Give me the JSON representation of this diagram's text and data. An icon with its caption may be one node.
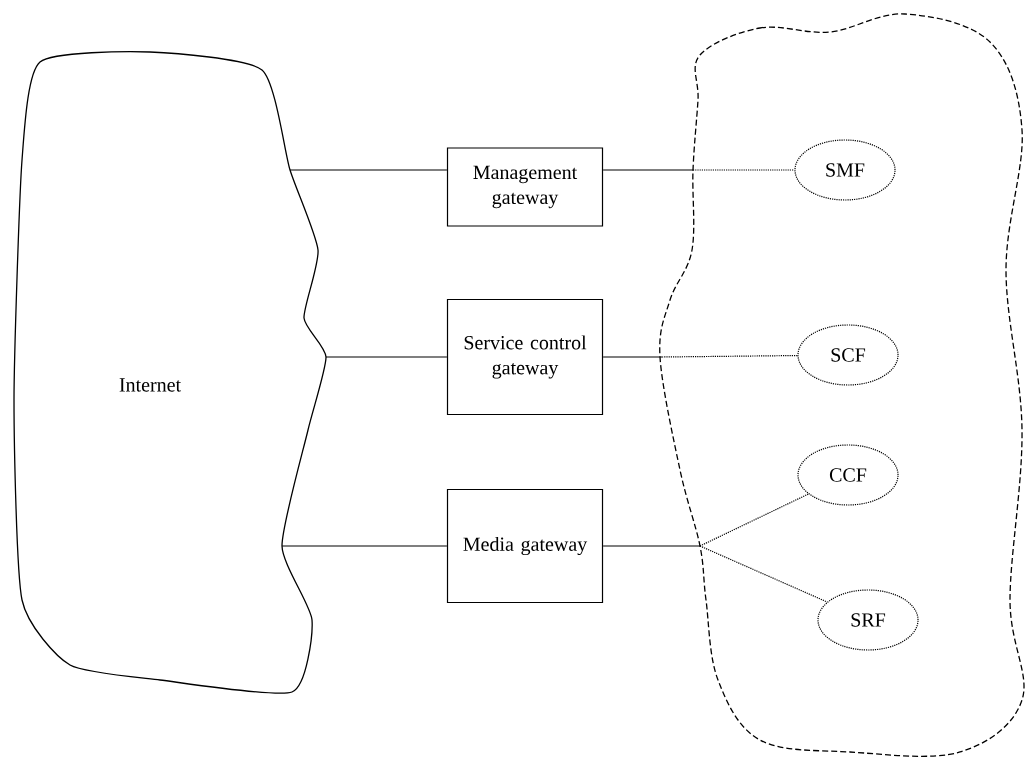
{
  "diagram": {
    "nodes": [
      {
        "text": [
          "Internet"
        ]
      },
      {
        "text": [],
        "shape": "cloud"
      },
      {
        "text": [
          "Management gateway"
        ]
      },
      {
        "text": [
          "Service control gateway"
        ]
      },
      {
        "text": [
          "Media gateway"
        ]
      },
      {
        "text": [
          "SMF"
        ],
        "in": 1
      },
      {
        "text": [
          "SCF"
        ],
        "in": 1
      },
      {
        "text": [
          "CCF"
        ],
        "in": 1
      },
      {
        "text": [
          "SRF"
        ],
        "in": 1
      }
    ],
    "edges": [
      {
        "from": 0,
        "to": 2,
        "arrow": "none"
      },
      {
        "from": 2,
        "to": 5,
        "arrow": "none",
        "style": "dashed"
      },
      {
        "from": 0,
        "to": 3,
        "arrow": "none"
      },
      {
        "from": 3,
        "to": 6,
        "arrow": "none",
        "style": "dashed"
      },
      {
        "from": 0,
        "to": 4,
        "arrow": "none"
      },
      {
        "from": 4,
        "to": 7,
        "arrow": "none",
        "style": "dashed"
      },
      {
        "from": 4,
        "to": 8,
        "arrow": "none",
        "style": "dashed"
      }
    ]
  }
}
